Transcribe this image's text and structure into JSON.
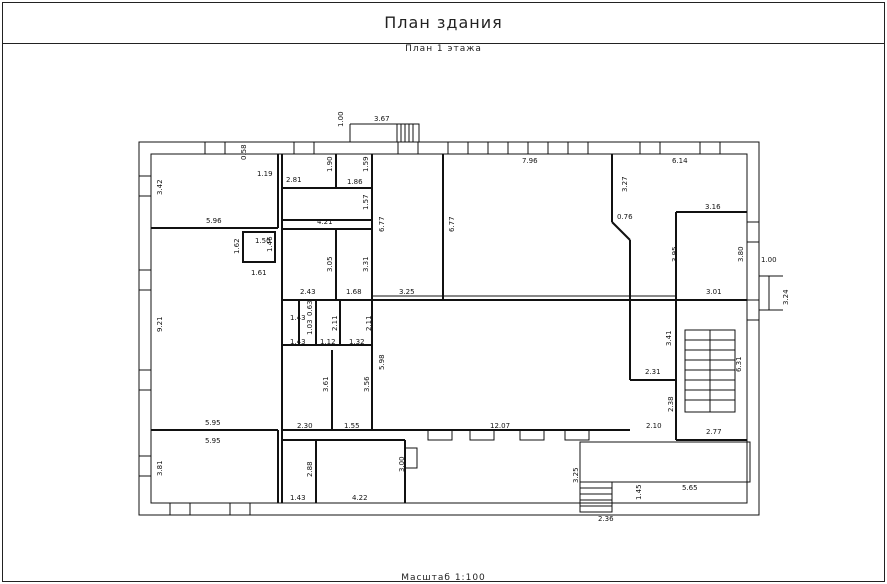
{
  "header": {
    "title": "План здания"
  },
  "drawing": {
    "subtitle": "План 1 этажа",
    "scale": "Масштаб 1:100"
  },
  "dimensions": [
    {
      "id": "d1",
      "text": "3.67"
    },
    {
      "id": "d2",
      "text": "1.00"
    },
    {
      "id": "d3",
      "text": "0.58"
    },
    {
      "id": "d4",
      "text": "1.19"
    },
    {
      "id": "d5",
      "text": "3.42"
    },
    {
      "id": "d6",
      "text": "5.96"
    },
    {
      "id": "d7",
      "text": "1.90"
    },
    {
      "id": "d8",
      "text": "2.81"
    },
    {
      "id": "d9",
      "text": "1.59"
    },
    {
      "id": "d10",
      "text": "1.86"
    },
    {
      "id": "d11",
      "text": "1.57"
    },
    {
      "id": "d12",
      "text": "4.21"
    },
    {
      "id": "d13",
      "text": "6.77"
    },
    {
      "id": "d14",
      "text": "6.77"
    },
    {
      "id": "d15",
      "text": "7.96"
    },
    {
      "id": "d16",
      "text": "6.14"
    },
    {
      "id": "d17",
      "text": "3.27"
    },
    {
      "id": "d18",
      "text": "0.76"
    },
    {
      "id": "d19",
      "text": "3.16"
    },
    {
      "id": "d20",
      "text": "3.95"
    },
    {
      "id": "d21",
      "text": "3.80"
    },
    {
      "id": "d22",
      "text": "1.00"
    },
    {
      "id": "d23",
      "text": "3.24"
    },
    {
      "id": "d24",
      "text": "3.01"
    },
    {
      "id": "d25",
      "text": "1.50"
    },
    {
      "id": "d26",
      "text": "1.62"
    },
    {
      "id": "d27",
      "text": "1.46"
    },
    {
      "id": "d28",
      "text": "1.61"
    },
    {
      "id": "d29",
      "text": "3.05"
    },
    {
      "id": "d30",
      "text": "3.31"
    },
    {
      "id": "d31",
      "text": "2.43"
    },
    {
      "id": "d32",
      "text": "1.68"
    },
    {
      "id": "d33",
      "text": "3.25"
    },
    {
      "id": "d34",
      "text": "9.21"
    },
    {
      "id": "d35",
      "text": "1.43"
    },
    {
      "id": "d36",
      "text": "0.63"
    },
    {
      "id": "d37",
      "text": "1.03"
    },
    {
      "id": "d38",
      "text": "2.11"
    },
    {
      "id": "d39",
      "text": "2.11"
    },
    {
      "id": "d40",
      "text": "1.43"
    },
    {
      "id": "d41",
      "text": "1.12"
    },
    {
      "id": "d42",
      "text": "1.32"
    },
    {
      "id": "d43",
      "text": "3.41"
    },
    {
      "id": "d44",
      "text": "5.98"
    },
    {
      "id": "d45",
      "text": "3.61"
    },
    {
      "id": "d46",
      "text": "3.56"
    },
    {
      "id": "d47",
      "text": "2.31"
    },
    {
      "id": "d48",
      "text": "6.31"
    },
    {
      "id": "d49",
      "text": "2.38"
    },
    {
      "id": "d50",
      "text": "5.95"
    },
    {
      "id": "d51",
      "text": "2.30"
    },
    {
      "id": "d52",
      "text": "1.55"
    },
    {
      "id": "d53",
      "text": "12.07"
    },
    {
      "id": "d54",
      "text": "2.10"
    },
    {
      "id": "d55",
      "text": "2.77"
    },
    {
      "id": "d56",
      "text": "5.95"
    },
    {
      "id": "d57",
      "text": "3.81"
    },
    {
      "id": "d58",
      "text": "2.88"
    },
    {
      "id": "d59",
      "text": "3.00"
    },
    {
      "id": "d60",
      "text": "1.43"
    },
    {
      "id": "d61",
      "text": "4.22"
    },
    {
      "id": "d62",
      "text": "3.25"
    },
    {
      "id": "d63",
      "text": "1.45"
    },
    {
      "id": "d64",
      "text": "5.65"
    },
    {
      "id": "d65",
      "text": "2.36"
    }
  ]
}
